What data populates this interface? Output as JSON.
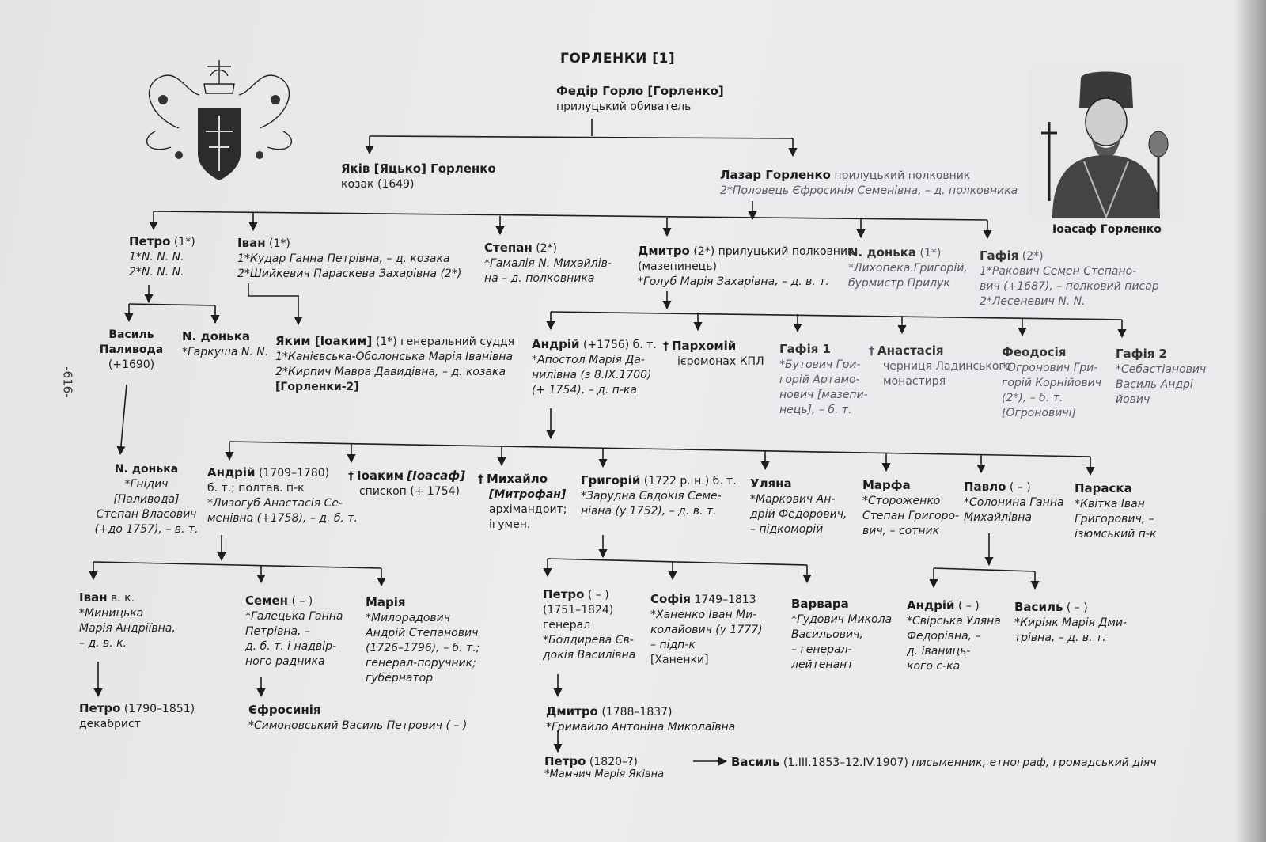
{
  "title": "ГОРЛЕНКИ [1]",
  "page_number": "-616-",
  "portrait_caption": "Іоасаф Горленко",
  "images": {
    "left": "coat-of-arms",
    "right": "portrait-ioasaf"
  },
  "cross": "†",
  "people": {
    "fedir": {
      "name": "Федір Горло [Горленко]",
      "note": "прилуцький обиватель"
    },
    "yakiv": {
      "name": "Яків [Яцько] Горленко",
      "note": "козак (1649)"
    },
    "lazar": {
      "name": "Лазар Горленко",
      "detail": "прилуцький полковник",
      "s1": "2*Половець Єфросинія Семенівна, – д. полковника"
    },
    "petro1": {
      "name": "Петро",
      "detail": "(1*)",
      "s1": "1*N. N. N.",
      "s2": "2*N. N. N."
    },
    "ivan1": {
      "name": "Іван",
      "detail": "(1*)",
      "s1": "1*Кудар Ганна Петрівна, – д. козака",
      "s2": "2*Шийкевич Параскева Захарівна (2*)"
    },
    "stepan": {
      "name": "Степан",
      "detail": "(2*)",
      "s1": "*Гамалія N. Михайлів-",
      "s2": "на – д. полковника"
    },
    "dmytro1": {
      "name": "Дмитро",
      "detail": "(2*) прилуцький полковник",
      "l2": "(мазепинець)",
      "s1": "*Голуб Марія Захарівна, – д. в. т."
    },
    "donka1": {
      "name": "N. донька",
      "detail": "(1*)",
      "s1": "*Лихопека Григорій,",
      "s2": "бурмистр Прилук"
    },
    "hafia1": {
      "name": "Гафія",
      "detail": "(2*)",
      "s1": "1*Ракович Семен Степано-",
      "s2": "вич (+1687), – полковий писар",
      "s3": "2*Лесеневич N. N."
    },
    "vasyl1": {
      "l1": "Василь",
      "l2": "Паливода",
      "l3": "(+1690)"
    },
    "donka2": {
      "name": "N. донька",
      "s1": "*Гаркуша N. N."
    },
    "yakym": {
      "name": "Яким [Іоаким]",
      "detail": "(1*) генеральний суддя",
      "s1": "1*Канієвська-Оболонська Марія Іванівна",
      "s2": "2*Кирпич Мавра Давидівна, – д. козака",
      "ref": "[Горленки-2]"
    },
    "andrii1": {
      "name": "Андрій",
      "detail": "(+1756) б. т.",
      "s1": "*Апостол Марія Да-",
      "s2": "нилівна (з 8.IX.1700)",
      "s3": "(+ 1754), – д. п-ка"
    },
    "parkhomii": {
      "name": "Пархомій",
      "note": "ієромонах КПЛ"
    },
    "hafia2": {
      "name": "Гафія 1",
      "s1": "*Бутович Гри-",
      "s2": "горій Артамо-",
      "s3": "нович [мазепи-",
      "s4": "нець], – б. т."
    },
    "anastasia": {
      "name": "Анастасія",
      "l2": "черниця Ладинського",
      "l3": "монастиря"
    },
    "feodosia": {
      "name": "Феодосія",
      "s1": "*Огронович Гри-",
      "s2": "горій Корнійович",
      "s3": "(2*), – б. т.",
      "s4": "[Огроновичі]"
    },
    "hafia3": {
      "name": "Гафія 2",
      "s1": "*Себастіанович",
      "s2": "Василь Андрі",
      "s3": "йович"
    },
    "donka3": {
      "name": "N. донька",
      "s1": "*Гнідич",
      "s2": "[Паливода]",
      "s3": "Степан Власович",
      "s4": "(+до 1757), – в. т."
    },
    "andrii2": {
      "name": "Андрій",
      "detail": "(1709–1780)",
      "l2": "б. т.; полтав. п-к",
      "s1": "*Лизогуб Анастасія Се-",
      "s2": "менівна (+1758), – д. б. т."
    },
    "ioakym": {
      "name": "Іоаким",
      "alt": "[Іоасаф]",
      "note": "єпископ (+ 1754)"
    },
    "mykhailo": {
      "name": "Михайло",
      "alt": "[Митрофан]",
      "l3": "архімандрит;",
      "l4": "ігумен."
    },
    "hryhorii": {
      "name": "Григорій",
      "detail": "(1722 р. н.) б. т.",
      "s1": "*Зарудна Євдокія Семе-",
      "s2": "нівна (у 1752), – д. в. т."
    },
    "uliana": {
      "name": "Уляна",
      "s1": "*Маркович Ан-",
      "s2": "дрій Федорович,",
      "s3": "– підкоморій"
    },
    "marfa": {
      "name": "Марфа",
      "s1": "*Стороженко",
      "s2": "Степан Григоро-",
      "s3": "вич, – сотник"
    },
    "pavlo": {
      "name": "Павло",
      "detail": "( – )",
      "s1": "*Солонина Ганна",
      "s2": "Михайлівна"
    },
    "paraska": {
      "name": "Параска",
      "s1": "*Квітка Іван",
      "s2": "Григорович, –",
      "s3": "ізюмський п-к"
    },
    "ivan2": {
      "name": "Іван",
      "detail": "в. к.",
      "s1": "*Миницька",
      "s2": "Марія Андріївна,",
      "s3": "– д. в. к."
    },
    "semen": {
      "name": "Семен",
      "detail": "( – )",
      "s1": "*Галецька Ганна",
      "s2": "Петрівна, –",
      "s3": "д. б. т. і надвір-",
      "s4": "ного радника"
    },
    "maria": {
      "name": "Марія",
      "s1": "*Милорадович",
      "s2": "Андрій Степанович",
      "s3": "(1726–1796), – б. т.;",
      "s4": "генерал-поручник;",
      "s5": "губернатор"
    },
    "petro2": {
      "name": "Петро",
      "detail": "( – )",
      "l2": "(1751–1824)",
      "l3": "генерал",
      "s1": "*Болдирева Єв-",
      "s2": "докія Василівна"
    },
    "sofia": {
      "name": "Софія",
      "detail": "1749–1813",
      "s1": "*Ханенко Іван Ми-",
      "s2": "колайович (у 1777)",
      "s3": "– підп-к",
      "ref": "[Ханенки]"
    },
    "varvara": {
      "name": "Варвара",
      "s1": "*Гудович Микола",
      "s2": "Васильович,",
      "s3": "– генерал-",
      "s4": "лейтенант"
    },
    "andrii3": {
      "name": "Андрій",
      "detail": "( – )",
      "s1": "*Свірська Уляна",
      "s2": "Федорівна, –",
      "s3": "д. іваниць-",
      "s4": "кого с-ка"
    },
    "vasyl2": {
      "name": "Василь",
      "detail": "( – )",
      "s1": "*Киріяк Марія Дми-",
      "s2": "трівна, – д. в. т."
    },
    "petro3": {
      "name": "Петро",
      "detail": "(1790–1851)",
      "note": "декабрист"
    },
    "yefrosynia": {
      "name": "Єфросинія",
      "s1": "*Симоновський Василь Петрович ( – )"
    },
    "dmytro2": {
      "name": "Дмитро",
      "detail": "(1788–1837)",
      "s1": "*Гримайло Антоніна Миколаївна"
    },
    "petro4": {
      "name": "Петро",
      "detail": "(1820–?)",
      "s1": "*Мамчич Марія Яківна"
    },
    "vasyl3": {
      "name": "Василь",
      "detail": "(1.III.1853–12.IV.1907)",
      "note": "письменник, етнограф, громадський діяч"
    }
  }
}
